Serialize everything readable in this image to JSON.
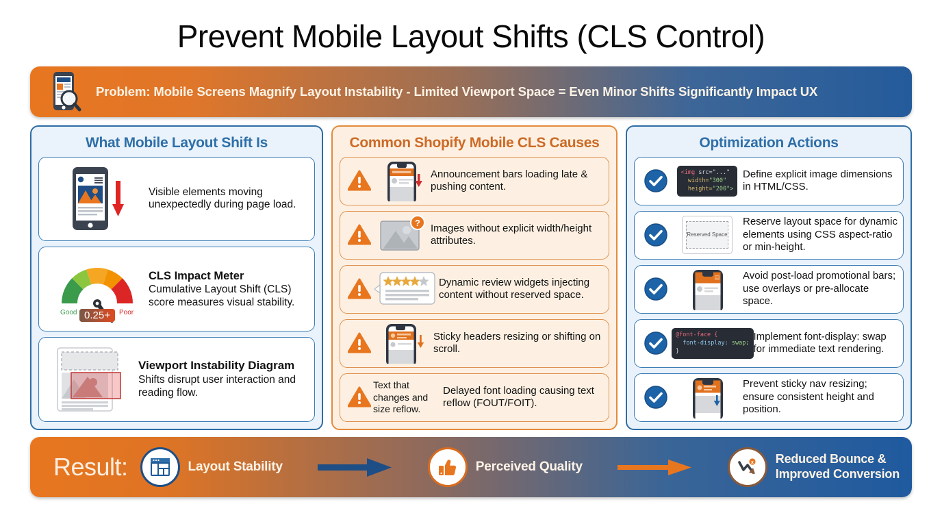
{
  "title": "Prevent Mobile Layout Shifts (CLS Control)",
  "problem": {
    "icon": "mobile-magnifier-icon",
    "text": "Problem: Mobile Screens Magnify Layout Instability - Limited Viewport Space = Even Minor Shifts Significantly Impact UX"
  },
  "columns": {
    "left": {
      "heading": "What Mobile Layout Shift Is",
      "accent": "#2f6fa8",
      "cards": [
        {
          "icon": "phone-shift-down-icon",
          "title": "",
          "body": "Visible elements moving unexpectedly during page load."
        },
        {
          "icon": "cls-gauge-icon",
          "title": "CLS Impact Meter",
          "body": "Cumulative Layout Shift (CLS) score measures visual stability.",
          "gauge": {
            "good_label": "Good",
            "poor_label": "Poor",
            "score": "0.25+"
          }
        },
        {
          "icon": "viewport-instability-diagram-icon",
          "title": "Viewport Instability Diagram",
          "body": "Shifts disrupt user interaction and reading flow."
        }
      ]
    },
    "middle": {
      "heading": "Common Shopify Mobile CLS Causes",
      "accent": "#cc6a26",
      "cards": [
        {
          "icon": "warning-triangle-icon",
          "thumb": "phone-announcement-bar-icon",
          "body": "Announcement bars loading late & pushing content."
        },
        {
          "icon": "warning-triangle-icon",
          "thumb": "image-unknown-size-icon",
          "body": "Images without explicit width/height attributes."
        },
        {
          "icon": "warning-triangle-icon",
          "thumb": "review-widget-stars-icon",
          "body": "Dynamic review widgets injecting content without reserved space.",
          "stars_filled": 4,
          "stars_total": 5
        },
        {
          "icon": "warning-triangle-icon",
          "thumb": "phone-sticky-header-icon",
          "body": "Sticky headers resizing or shifting on scroll."
        },
        {
          "icon": "warning-triangle-icon",
          "thumb": "text-reflow-label",
          "thumb_text": "Text that changes and size reflow.",
          "body": "Delayed font loading causing text reflow (FOUT/FOIT)."
        }
      ]
    },
    "right": {
      "heading": "Optimization Actions",
      "accent": "#2f6fa8",
      "cards": [
        {
          "icon": "check-circle-icon",
          "thumb": "code-snippet-img-dimensions",
          "code": {
            "l1_tag": "<img",
            "l1_rest": " src=\"...\"",
            "l2_attr": "width=",
            "l2_val": "\"300\"",
            "l3_attr": "height=",
            "l3_val": "\"200\">"
          },
          "body": "Define explicit image dimensions in HTML/CSS."
        },
        {
          "icon": "check-circle-icon",
          "thumb": "reserved-space-box-icon",
          "reserved_label": "Reserved Space",
          "body": "Reserve layout space for dynamic elements using CSS aspect-ratio or min-height."
        },
        {
          "icon": "check-circle-icon",
          "thumb": "phone-promo-bar-icon",
          "body": "Avoid post-load promotional bars; use overlays or pre-allocate space."
        },
        {
          "icon": "check-circle-icon",
          "thumb": "code-snippet-font-display",
          "code2": {
            "l1": "@font-face {",
            "l2a": "font-display:",
            "l2b": " swap;",
            "l3": "}"
          },
          "body": "Implement font-display: swap for immediate text rendering."
        },
        {
          "icon": "check-circle-icon",
          "thumb": "phone-sticky-nav-icon",
          "body": "Prevent sticky nav resizing; ensure consistent height and position."
        }
      ]
    }
  },
  "result": {
    "label": "Result:",
    "items": [
      {
        "icon": "layout-grid-icon",
        "text": "Layout Stability"
      },
      {
        "icon": "thumbs-up-icon",
        "text": "Perceived Quality"
      },
      {
        "icon": "bounce-rate-down-icon",
        "text_line1": "Reduced Bounce &",
        "text_line2": "Improved Conversion"
      }
    ],
    "arrows": [
      {
        "name": "arrow-blue",
        "color": "#1d4e86"
      },
      {
        "name": "arrow-orange",
        "color": "#e8761f"
      }
    ]
  },
  "colors": {
    "orange": "#e8761f",
    "blue": "#1f5a9f",
    "header_blue": "#2f6fa8",
    "header_orange": "#cc6a26",
    "panel_blue_bg": "#eaf3fb",
    "panel_orange_bg": "#fdf0e2"
  }
}
